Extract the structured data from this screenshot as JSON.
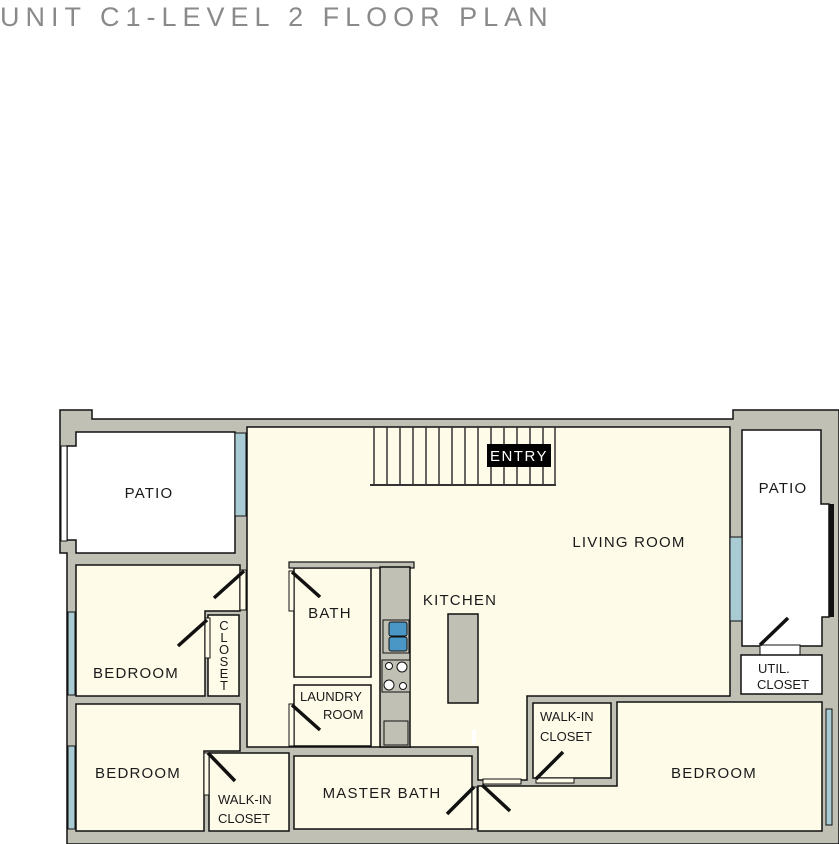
{
  "title": "UNIT C1-LEVEL 2 FLOOR PLAN",
  "colors": {
    "wall": "#c1c0b4",
    "room_fill": "#fefbe9",
    "patio_fill": "#ffffff",
    "window": "#a9cbd3",
    "sink": "#4a96c4",
    "outline": "#111111",
    "title_text": "#8a8a8c"
  },
  "rooms": {
    "patio_left": "PATIO",
    "patio_right": "PATIO",
    "living_room": "LIVING ROOM",
    "entry": "ENTRY",
    "kitchen": "KITCHEN",
    "bath": "BATH",
    "laundry_line1": "LAUNDRY",
    "laundry_line2": "ROOM",
    "bedroom_upper_left": "BEDROOM",
    "closet_vertical": [
      "C",
      "L",
      "O",
      "S",
      "E",
      "T"
    ],
    "bedroom_lower_left": "BEDROOM",
    "walkin_left_line1": "WALK-IN",
    "walkin_left_line2": "CLOSET",
    "master_bath": "MASTER BATH",
    "walkin_right_line1": "WALK-IN",
    "walkin_right_line2": "CLOSET",
    "bedroom_master": "BEDROOM",
    "util_line1": "UTIL.",
    "util_line2": "CLOSET"
  }
}
